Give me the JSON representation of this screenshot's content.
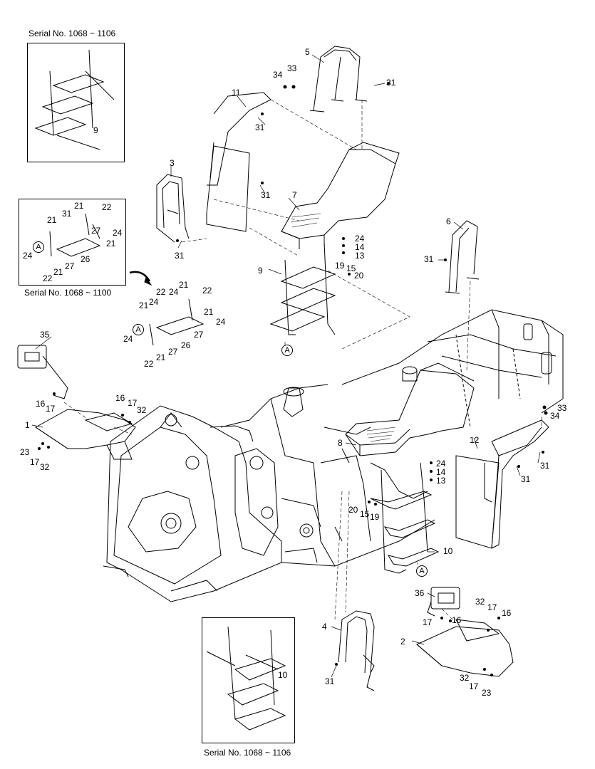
{
  "serials": {
    "top_left": "Serial No. 1068 ~ 1106",
    "mid_left": "Serial No. 1068 ~ 1100",
    "bottom": "Serial No. 1068 ~ 1106"
  },
  "ref_marker": "A",
  "callouts": {
    "c1": "1",
    "c2": "2",
    "c3": "3",
    "c4": "4",
    "c5": "5",
    "c6": "6",
    "c7": "7",
    "c8": "8",
    "c9a": "9",
    "c9b": "9",
    "c10a": "10",
    "c10b": "10",
    "c11": "11",
    "c12": "12",
    "c13a": "13",
    "c13b": "13",
    "c14a": "14",
    "c14b": "14",
    "c15a": "15",
    "c15b": "15",
    "c16a": "16",
    "c16b": "16",
    "c16c": "16",
    "c17a": "17",
    "c17b": "17",
    "c17c": "17",
    "c17d": "17",
    "c17e": "17",
    "c19a": "19",
    "c19b": "19",
    "c20a": "20",
    "c20b": "20",
    "c21": "21",
    "c22": "22",
    "c23": "23",
    "c24": "24",
    "c26": "26",
    "c27": "27",
    "c31": "31",
    "c32": "32",
    "c33": "33",
    "c34": "34",
    "c35": "35",
    "c36": "36"
  }
}
